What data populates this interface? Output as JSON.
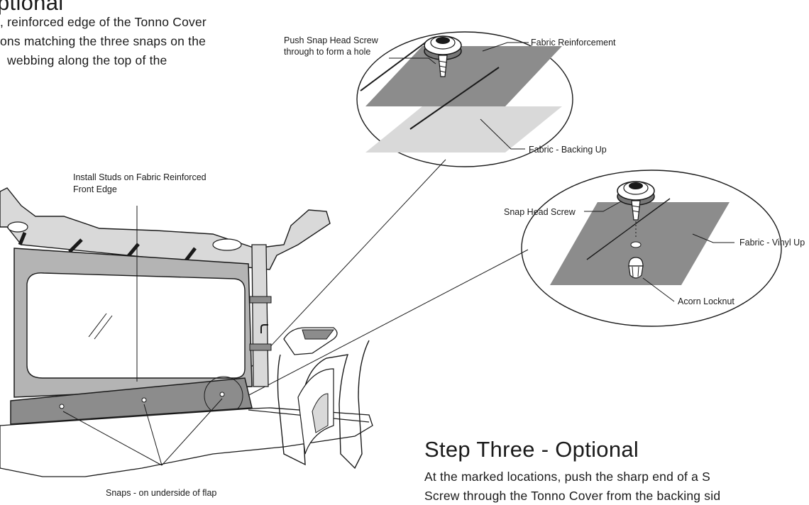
{
  "top_paragraph": {
    "heading_fragment": "ptional",
    "lines": [
      ", reinforced edge of the Tonno Cover",
      "ons matching the three snaps on the",
      "webbing along the top of the"
    ]
  },
  "callouts": {
    "push_snap_line1": "Push Snap Head Screw",
    "push_snap_line2": "through to form a hole",
    "fabric_reinforcement": "Fabric Reinforcement",
    "fabric_backing_up": "Fabric - Backing Up",
    "install_studs_line1": "Install Studs on Fabric Reinforced",
    "install_studs_line2": "Front Edge",
    "snap_head_screw": "Snap Head Screw",
    "fabric_vinyl_up": "Fabric - Vinyl Up",
    "acorn_locknut": "Acorn Locknut",
    "snaps_underside": "Snaps - on underside of flap"
  },
  "step_three": {
    "heading": "Step Three - Optional",
    "lines": [
      "At the marked locations, push the sharp end of a S",
      "Screw through the Tonno Cover from the backing sid"
    ]
  },
  "colors": {
    "ink": "#1a1a1a",
    "fabric_dark": "#8c8c8c",
    "fabric_light": "#d9d9d9",
    "panel_gray": "#b4b4b4"
  }
}
